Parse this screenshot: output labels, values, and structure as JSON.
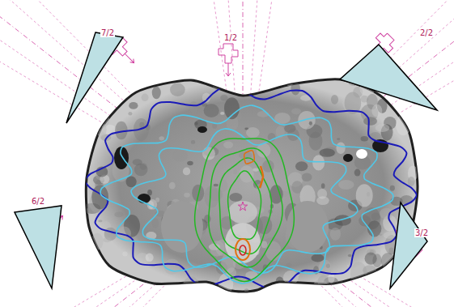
{
  "diagram": {
    "labels": [
      "7/2",
      "1/2",
      "2/2",
      "6/2",
      "3/2"
    ]
  }
}
